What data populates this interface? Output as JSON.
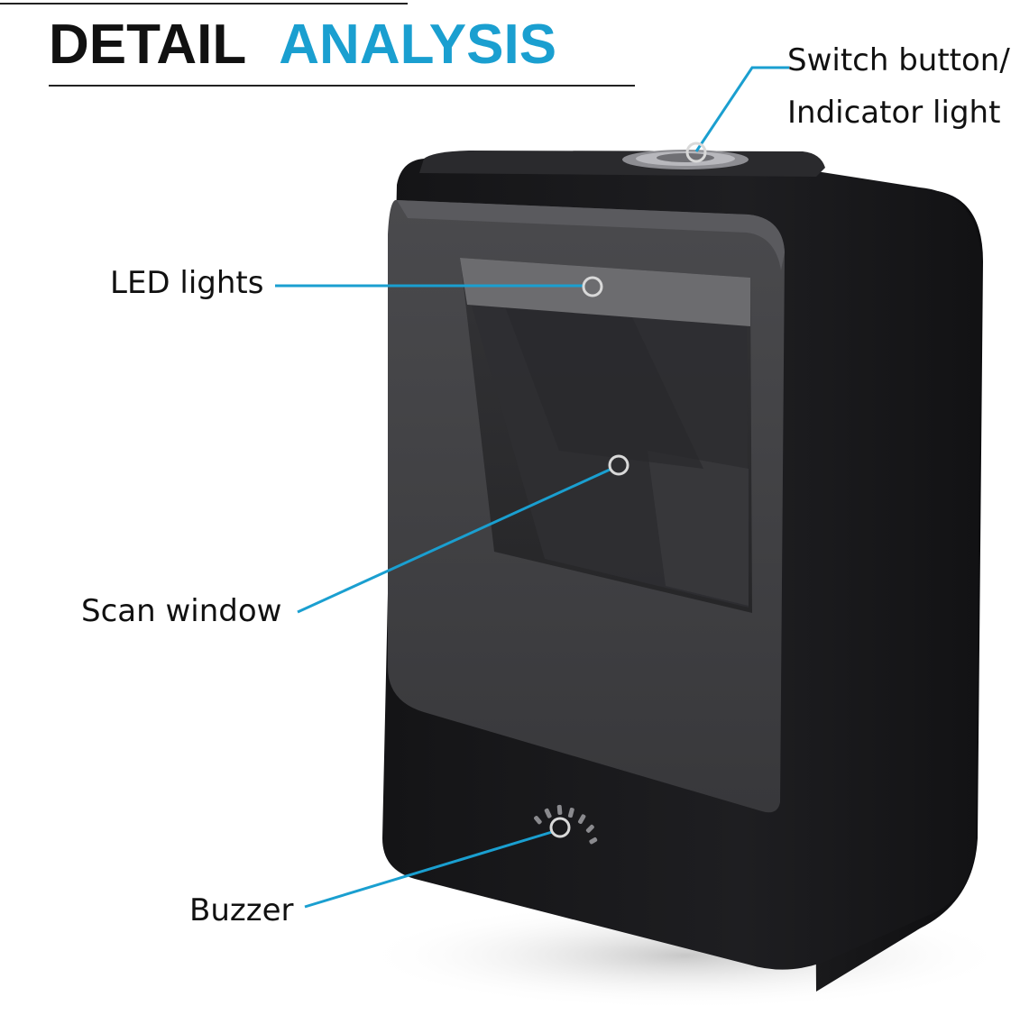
{
  "header": {
    "title_word1": "DETAIL",
    "title_word2": "ANALYSIS"
  },
  "callouts": [
    {
      "id": "switch",
      "lines": [
        "Switch button/",
        "Indicator light"
      ]
    },
    {
      "id": "led",
      "lines": [
        "LED lights"
      ]
    },
    {
      "id": "scan",
      "lines": [
        "Scan window"
      ]
    },
    {
      "id": "buzzer",
      "lines": [
        "Buzzer"
      ]
    }
  ],
  "colors": {
    "accent_blue": "#1a9fd0",
    "title_black": "#111111",
    "device_body": "#1b1b1d",
    "device_bezel": "#3d3d40",
    "device_window": "#2b2b2d",
    "led_strip": "#6a6a6c",
    "marker": "#d9d9d9"
  }
}
